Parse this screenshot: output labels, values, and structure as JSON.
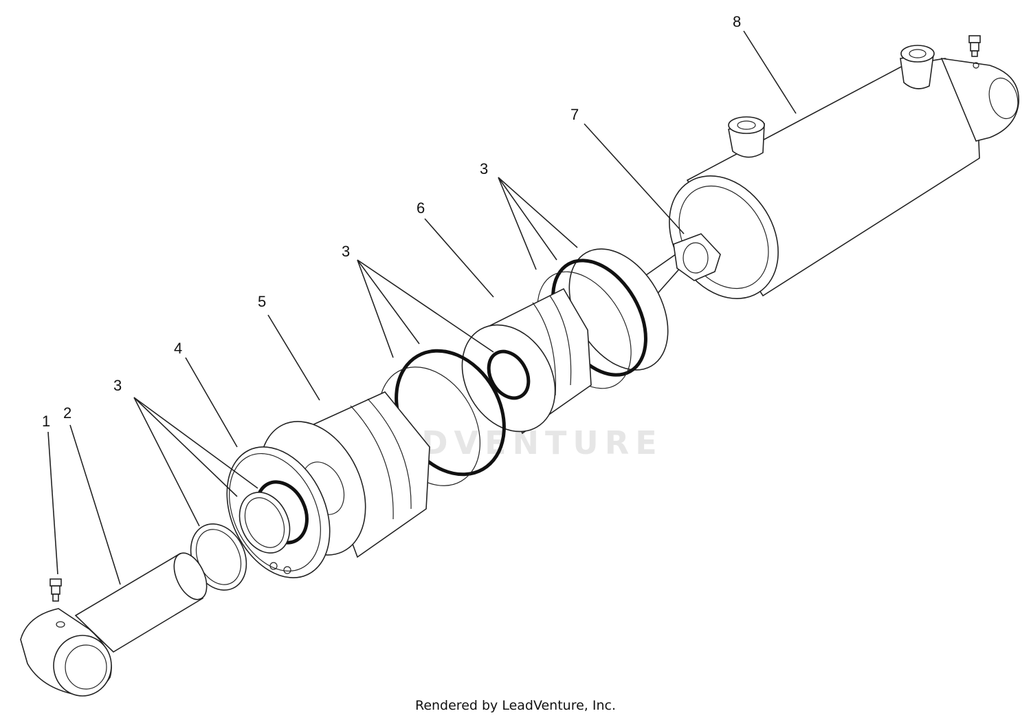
{
  "diagram": {
    "callouts": [
      {
        "id": "c1",
        "label": "1"
      },
      {
        "id": "c2",
        "label": "2"
      },
      {
        "id": "c3a",
        "label": "3"
      },
      {
        "id": "c4",
        "label": "4"
      },
      {
        "id": "c5",
        "label": "5"
      },
      {
        "id": "c3b",
        "label": "3"
      },
      {
        "id": "c6",
        "label": "6"
      },
      {
        "id": "c3c",
        "label": "3"
      },
      {
        "id": "c7",
        "label": "7"
      },
      {
        "id": "c8",
        "label": "8"
      }
    ],
    "watermark": "LEADVENTURE",
    "footer": "Rendered by LeadVenture, Inc."
  }
}
